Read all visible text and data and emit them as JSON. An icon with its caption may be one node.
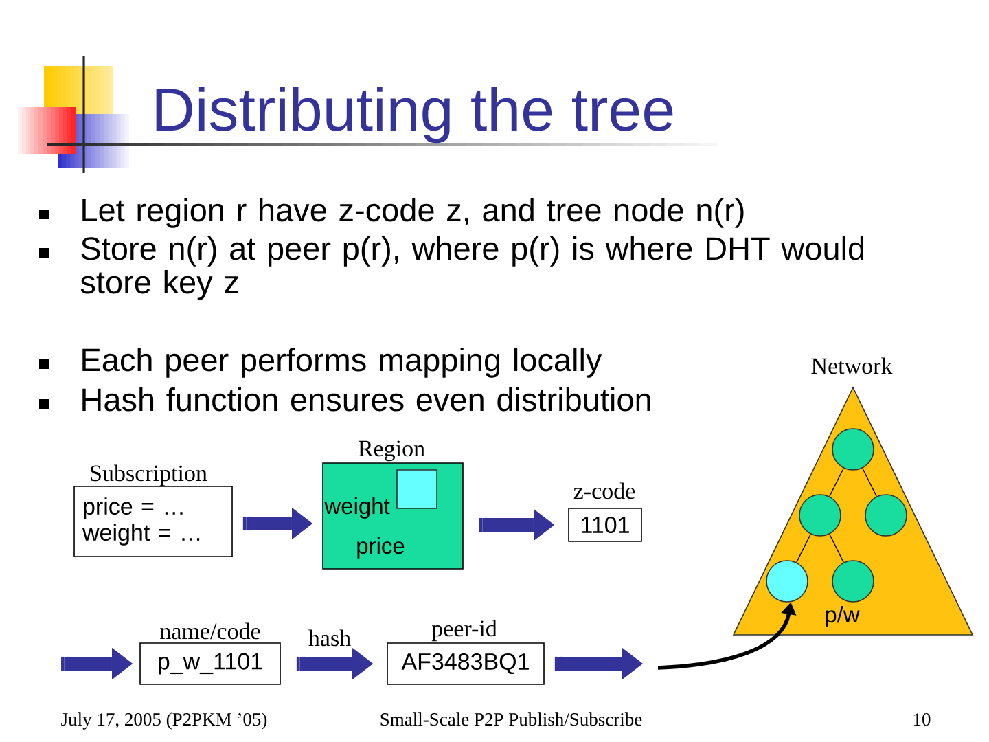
{
  "diagram": {
    "title": "Distributing the tree",
    "nodes": [
      {
        "text": [
          "Subscription",
          "price = …",
          "weight = …"
        ]
      },
      {
        "text": [
          "Region",
          "weight",
          "price"
        ]
      },
      {
        "text": [],
        "shape": "box",
        "in": 1
      },
      {
        "text": [
          "z-code",
          "1101"
        ]
      },
      {
        "text": [
          "name/code",
          "p_w_1101"
        ]
      },
      {
        "text": [
          "peer-id",
          "AF3483BQ1"
        ]
      },
      {
        "text": [
          "Network",
          "p/w"
        ]
      },
      {
        "text": [],
        "shape": "circle",
        "in": 6
      },
      {
        "text": [],
        "shape": "circle",
        "in": 6
      },
      {
        "text": [],
        "shape": "circle",
        "in": 6
      },
      {
        "text": [],
        "shape": "circle",
        "in": 6
      },
      {
        "text": [],
        "shape": "circle",
        "in": 6
      }
    ],
    "edges": [
      {
        "from": 0,
        "to": 1,
        "arrow": "to",
        "style": "thick"
      },
      {
        "from": 1,
        "to": 3,
        "arrow": "to",
        "style": "thick"
      },
      {
        "from": null,
        "to": 4,
        "arrow": "to",
        "style": "thick"
      },
      {
        "from": 4,
        "to": 5,
        "label": "hash",
        "arrow": "to",
        "style": "thick"
      },
      {
        "from": 5,
        "to": null,
        "arrow": "to",
        "style": "thick"
      },
      {
        "from": null,
        "to": 10,
        "arrow": "to",
        "color": "#000000"
      },
      {
        "from": 7,
        "to": 8,
        "arrow": "none",
        "color": "#000000"
      },
      {
        "from": 7,
        "to": 9,
        "arrow": "none",
        "color": "#000000"
      },
      {
        "from": 8,
        "to": 10,
        "arrow": "none",
        "color": "#000000"
      },
      {
        "from": 8,
        "to": 11,
        "arrow": "none",
        "color": "#000000"
      }
    ],
    "labels": [
      "Let region r have z-code z, and tree node n(r)",
      "Store n(r) at peer p(r), where p(r) is where DHT would store key z",
      "Each peer performs mapping locally",
      "Hash function ensures even distribution",
      "July 17, 2005 (P2PKM ’05)",
      "Small-Scale P2P Publish/Subscribe",
      "10"
    ]
  }
}
